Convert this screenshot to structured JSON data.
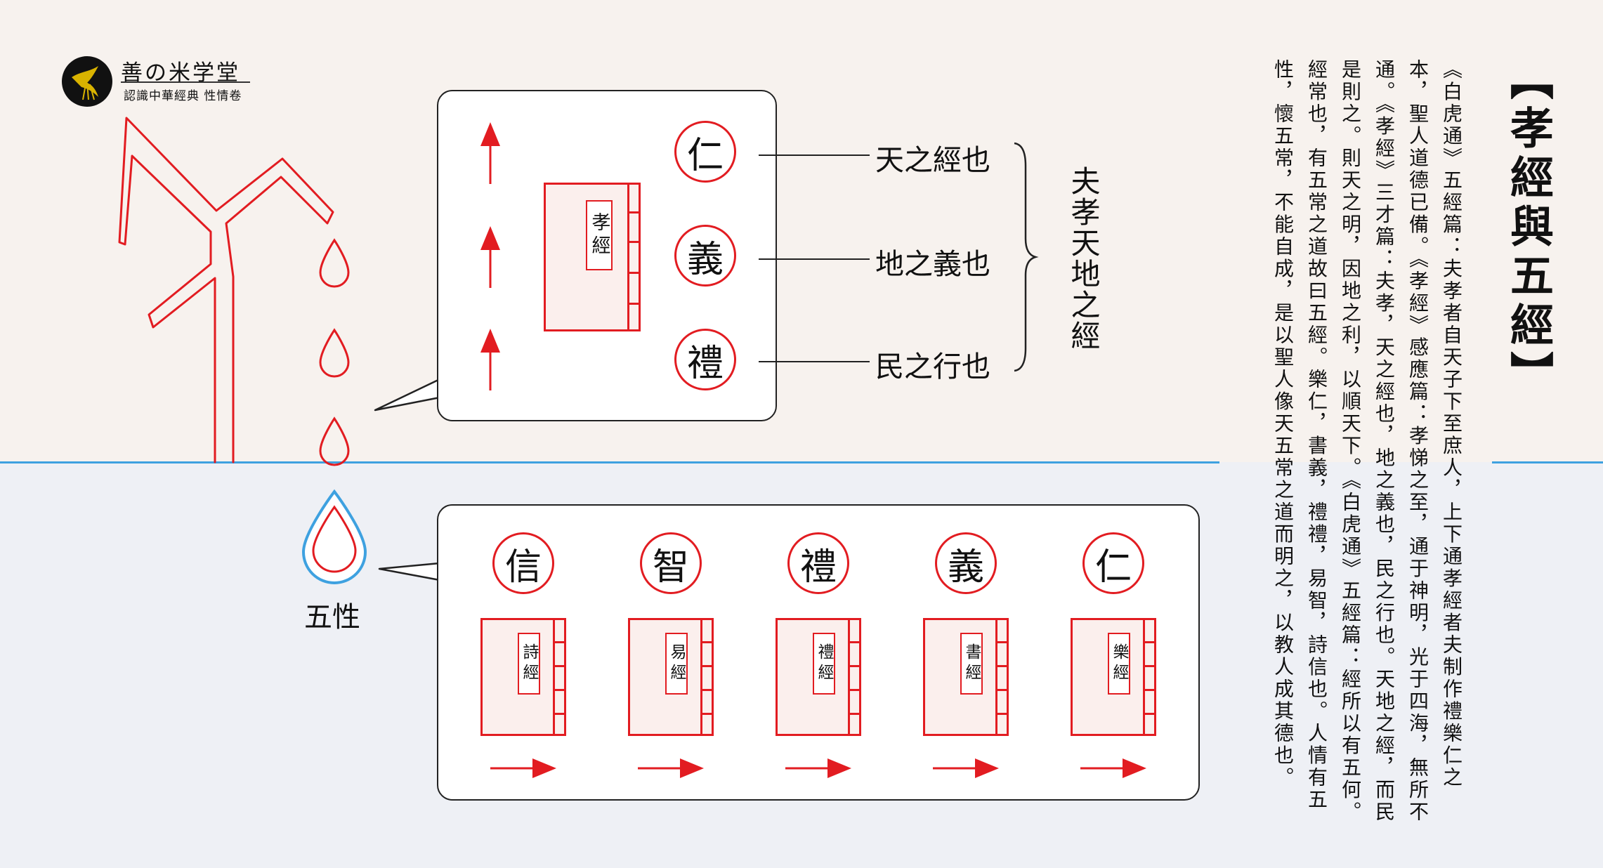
{
  "logo": {
    "icon": "golden-bird-icon",
    "title": "善の米学堂",
    "subtitle": "認識中華經典 性情卷"
  },
  "top_panel": {
    "virtues": [
      "仁",
      "義",
      "禮"
    ],
    "labels": [
      "天之經也",
      "地之義也",
      "民之行也"
    ],
    "summary": "夫孝天地之經",
    "book": "孝經"
  },
  "seed_label": "五性",
  "bottom_panel": {
    "virtues": [
      "信",
      "智",
      "禮",
      "義",
      "仁"
    ],
    "books": [
      "詩經",
      "易經",
      "禮經",
      "書經",
      "樂經"
    ]
  },
  "article": {
    "title": "【孝經與五經】",
    "body": "《白虎通》五經篇：夫孝者自天子下至庶人，上下通孝經者夫制作禮樂仁之本，聖人道德已備。《孝經》感應篇：孝悌之至，通于神明，光于四海，無所不通。《孝經》三才篇：夫孝，天之經也，地之義也，民之行也。天地之經，而民是則之。則天之明，因地之利，以順天下。《白虎通》五經篇：經所以有五何。經常也，有五常之道故曰五經。樂仁，書義，禮禮，易智，詩信也。人情有五性，懷五常，不能自成，是以聖人像天五常之道而明之，以教人成其德也。"
  },
  "colors": {
    "accent_red": "#e21c21",
    "line_blue": "#3ea1e0",
    "seed_blue": "#3ea1e0"
  }
}
